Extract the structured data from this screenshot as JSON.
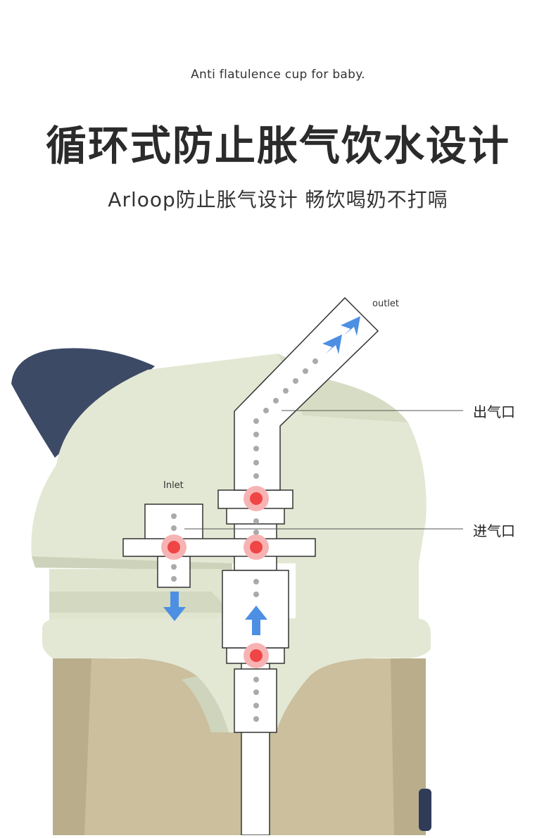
{
  "header": {
    "subtitle_en": "Anti flatulence cup for baby.",
    "headline": "循环式防止胀气饮水设计",
    "tagline": "Arloop防止胀气设计  畅饮喝奶不打嗝"
  },
  "diagram": {
    "outlet_label_en": "outlet",
    "inlet_label_en": "Inlet",
    "outlet_label_cn": "出气口",
    "inlet_label_cn": "进气口"
  },
  "colors": {
    "cup_body": "#e3e8d4",
    "cup_shadow": "#cdd3bb",
    "cap_dark": "#3d4a66",
    "bottle_tint": "#cbbf9e",
    "flow_arrow": "#4d8fe3",
    "valve_dot": "#f04545",
    "dots": "#aaaaaa"
  }
}
